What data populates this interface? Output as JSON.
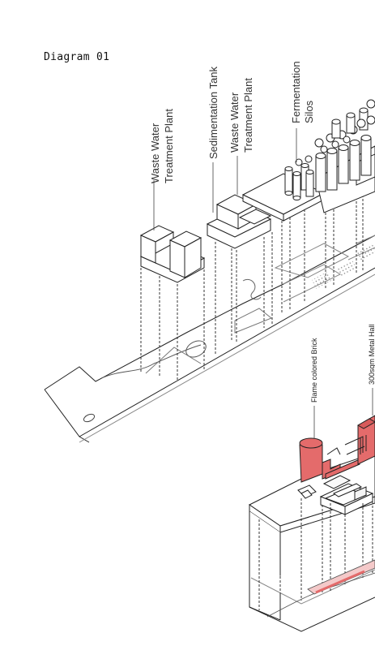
{
  "diagram": {
    "title": "Diagram 01",
    "labels": {
      "wwtp_1_line1": "Waste Water",
      "wwtp_1_line2": "Treatment Plant",
      "sedimentation": "Sedimentation Tank",
      "wwtp_2_line1": "Waste Water",
      "wwtp_2_line2": "Treatment Plant",
      "fermentation_line1": "Fermentation",
      "fermentation_line2": "Silos",
      "brick": "Flame colored Brick",
      "metal_hall": "300sqm Metal Hall"
    },
    "colors": {
      "line": "#222222",
      "hatch": "#9a9a9a",
      "accent": "#e46b6b",
      "background": "#ffffff"
    }
  }
}
